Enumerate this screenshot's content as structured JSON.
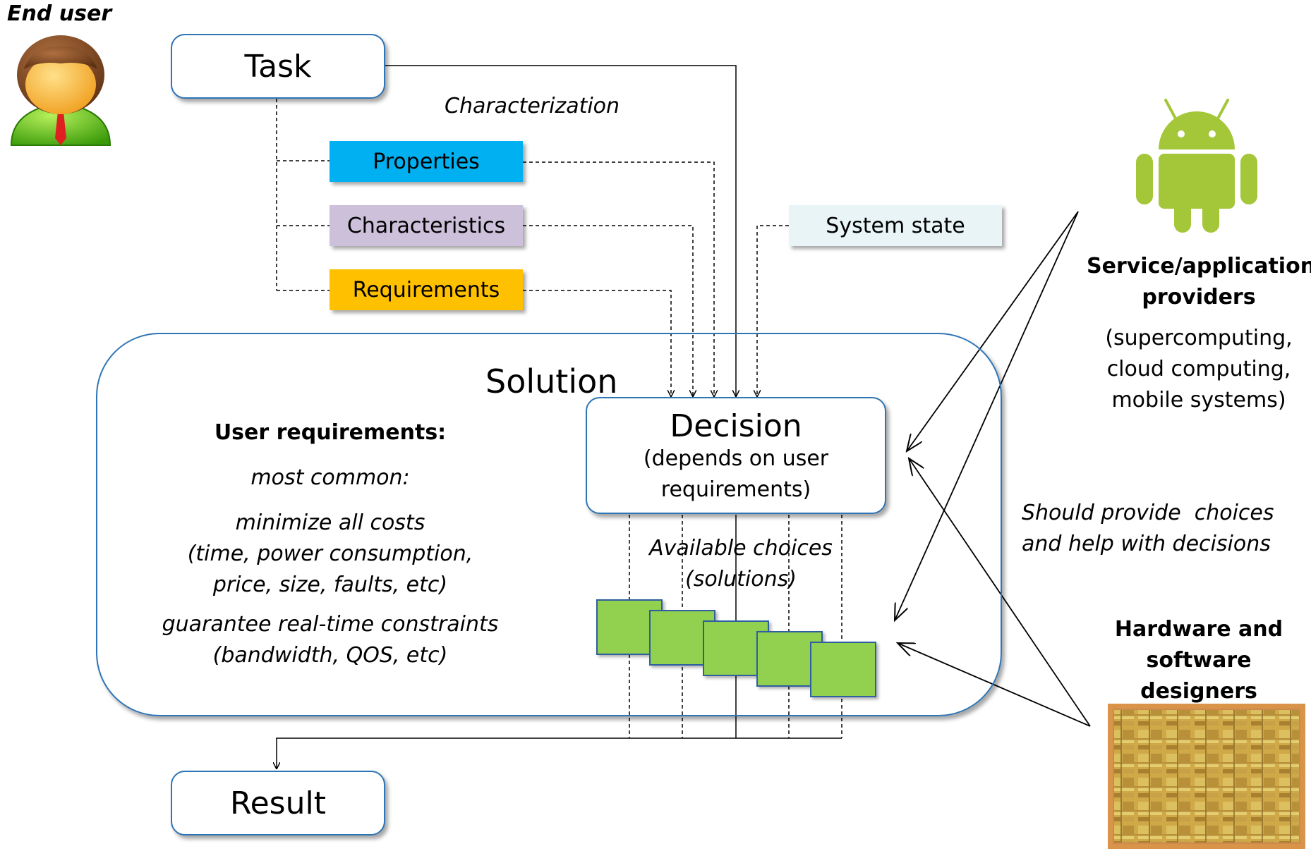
{
  "end_user": {
    "label": "End user",
    "icon": "end-user-icon"
  },
  "task": {
    "label": "Task"
  },
  "characterization": {
    "label": "Characterization"
  },
  "properties": {
    "label": "Properties",
    "color": "#00b0f0"
  },
  "characteristics": {
    "label": "Characteristics",
    "color": "#ccc0da"
  },
  "requirements": {
    "label": "Requirements",
    "color": "#ffc000"
  },
  "system_state": {
    "label": "System state",
    "color": "#e8f4f6"
  },
  "solution": {
    "label": "Solution",
    "user_requirements": {
      "heading": "User requirements:",
      "line1": "most common:",
      "line2": "minimize all costs",
      "line3": "(time, power consumption,",
      "line4": "price, size, faults, etc)",
      "line5": "guarantee real-time constraints",
      "line6": "(bandwidth, QOS, etc)"
    },
    "decision": {
      "title": "Decision",
      "line1": "(depends on user",
      "line2": "requirements)"
    },
    "available_choices": {
      "line1": "Available choices",
      "line2": "(solutions)",
      "color": "#92d050"
    }
  },
  "result": {
    "label": "Result"
  },
  "providers": {
    "icon": "android-icon",
    "color": "#a4c639",
    "title1": "Service/application",
    "title2": "providers",
    "desc1": "(supercomputing,",
    "desc2": "cloud computing,",
    "desc3": "mobile systems)"
  },
  "advice": {
    "line1": "Should provide  choices",
    "line2": "and help with decisions"
  },
  "designers": {
    "icon": "chip-die-icon",
    "title1": "Hardware and",
    "title2": "software designers"
  }
}
